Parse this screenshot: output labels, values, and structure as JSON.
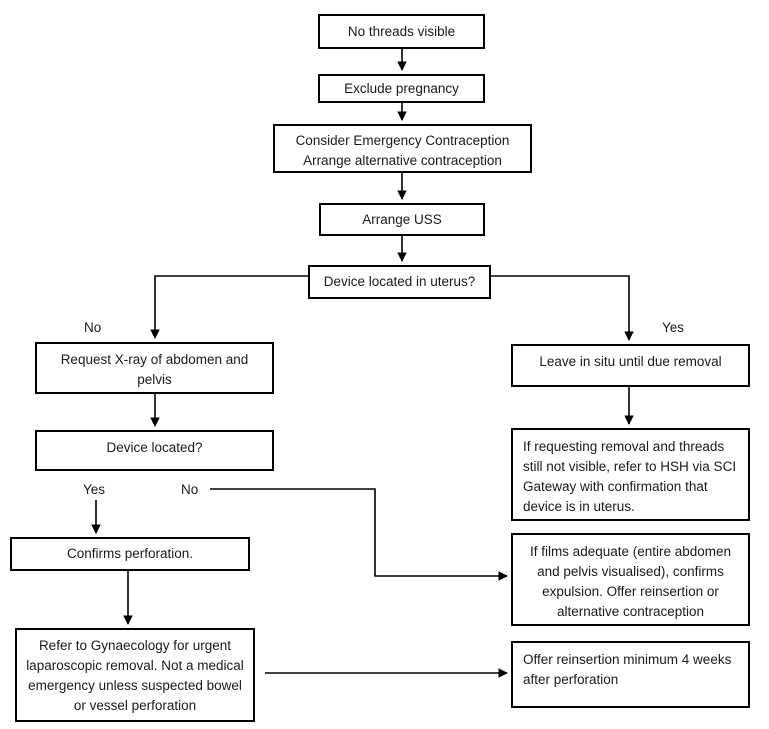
{
  "diagram": {
    "title": "IUD/IUS missing threads management flowchart",
    "stroke_color": "#000000",
    "text_color": "#1a1a1a",
    "background_color": "#ffffff",
    "nodes": [
      {
        "id": "no-threads-visible",
        "text": "No threads visible"
      },
      {
        "id": "exclude-pregnancy",
        "text": "Exclude pregnancy"
      },
      {
        "id": "consider-ec-line1",
        "text": "Consider Emergency Contraception"
      },
      {
        "id": "consider-ec-line2",
        "text": "Arrange alternative contraception"
      },
      {
        "id": "arrange-uss",
        "text": "Arrange USS"
      },
      {
        "id": "device-located-in-uterus",
        "text": "Device located in uterus?"
      },
      {
        "id": "request-xray",
        "text": "Request X-ray of abdomen and pelvis"
      },
      {
        "id": "device-located",
        "text": "Device located?"
      },
      {
        "id": "confirms-perforation",
        "text": "Confirms perforation."
      },
      {
        "id": "refer-gynaecology",
        "text": "Refer to Gynaecology for urgent laparoscopic removal. Not a medical emergency unless suspected bowel or vessel perforation"
      },
      {
        "id": "leave-in-situ",
        "text": "Leave in situ until due removal"
      },
      {
        "id": "if-requesting-removal",
        "text": "If requesting removal and threads still not visible, refer to HSH via SCI Gateway with confirmation that device is in uterus."
      },
      {
        "id": "if-films-adequate",
        "text": "If films adequate (entire abdomen and pelvis visualised), confirms expulsion. Offer reinsertion or alternative contraception"
      },
      {
        "id": "offer-reinsertion",
        "text": "Offer reinsertion minimum 4 weeks after perforation"
      }
    ],
    "edge_labels": [
      {
        "id": "uterus-no",
        "text": "No"
      },
      {
        "id": "uterus-yes",
        "text": "Yes"
      },
      {
        "id": "located-yes",
        "text": "Yes"
      },
      {
        "id": "located-no",
        "text": "No"
      }
    ]
  }
}
